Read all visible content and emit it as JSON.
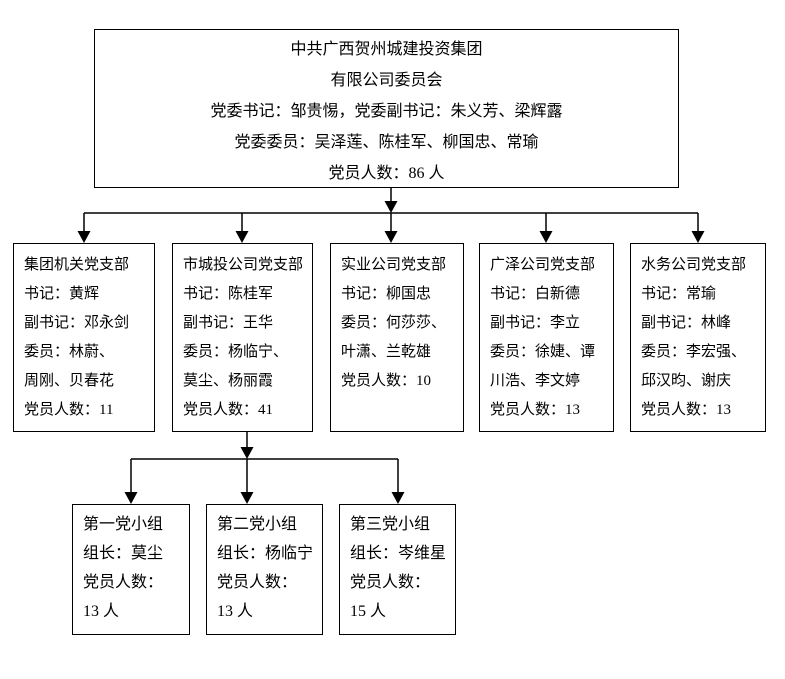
{
  "colors": {
    "background": "#ffffff",
    "border": "#000000",
    "line": "#000000",
    "text": "#000000"
  },
  "root_committee": {
    "lines": [
      "中共广西贺州城建投资集团",
      "有限公司委员会",
      "党委书记：邹贵惕，党委副书记：朱义芳、梁辉露",
      "党委委员：吴泽莲、陈桂军、柳国忠、常瑜",
      "党员人数：86 人"
    ]
  },
  "branches": [
    {
      "title": "集团机关党支部",
      "lines": [
        "集团机关党支部",
        "书记：黄辉",
        "副书记：邓永剑",
        "委员：林蔚、",
        "周刚、贝春花",
        "党员人数：11"
      ]
    },
    {
      "title": "市城投公司党支部",
      "lines": [
        "市城投公司党支部",
        "书记：陈桂军",
        "副书记：王华",
        "委员：杨临宁、",
        "莫尘、杨丽霞",
        "党员人数：41"
      ]
    },
    {
      "title": "实业公司党支部",
      "lines": [
        "实业公司党支部",
        "书记：柳国忠",
        "委员：何莎莎、",
        "叶潇、兰乾雄",
        "党员人数：10"
      ]
    },
    {
      "title": "广泽公司党支部",
      "lines": [
        "广泽公司党支部",
        "书记：白新德",
        "副书记：李立",
        "委员：徐婕、谭",
        "川浩、李文婷",
        "党员人数：13"
      ]
    },
    {
      "title": "水务公司党支部",
      "lines": [
        "水务公司党支部",
        "书记：常瑜",
        "副书记：林峰",
        "委员：李宏强、",
        "邱汉昀、谢庆",
        "党员人数：13"
      ]
    }
  ],
  "groups": [
    {
      "title": "第一党小组",
      "lines": [
        "第一党小组",
        "组长：莫尘",
        "党员人数：",
        "13 人"
      ]
    },
    {
      "title": "第二党小组",
      "lines": [
        "第二党小组",
        "组长：杨临宁",
        "党员人数：",
        "13 人"
      ]
    },
    {
      "title": "第三党小组",
      "lines": [
        "第三党小组",
        "组长：岑维星",
        "党员人数：",
        "15 人"
      ]
    }
  ]
}
